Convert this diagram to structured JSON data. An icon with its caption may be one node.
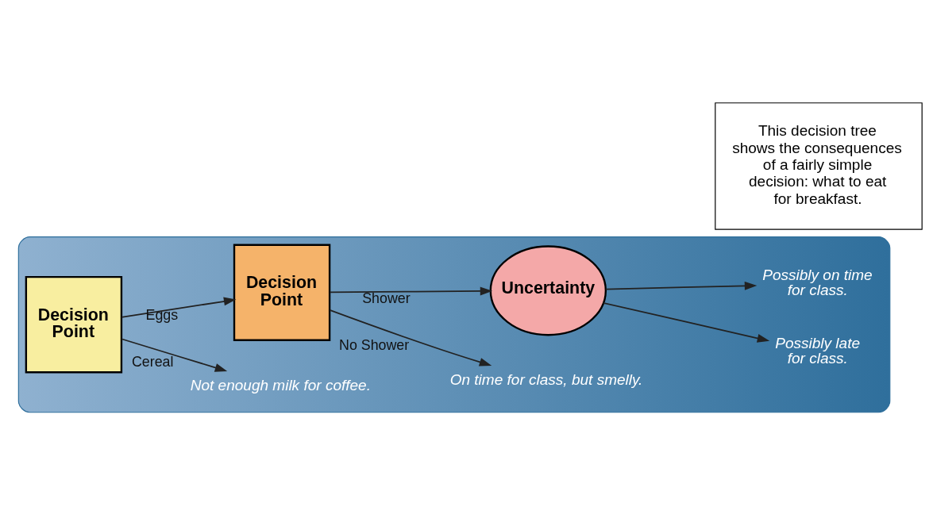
{
  "diagram": {
    "nodes": [
      {
        "text": [],
        "shape": "box"
      },
      {
        "text": [
          "Decision Point"
        ],
        "in": 0
      },
      {
        "text": [
          "Not enough milk for coffee."
        ],
        "in": 0
      },
      {
        "text": [
          "Decision Point"
        ],
        "in": 0
      },
      {
        "text": [
          "On time for class, but smelly."
        ],
        "in": 0
      },
      {
        "text": [
          "Uncertainty"
        ],
        "in": 0
      },
      {
        "text": [
          "Possibly late for class."
        ],
        "in": 0
      },
      {
        "text": [
          "Possibly on time for class."
        ],
        "in": 0
      },
      {
        "text": [
          "This decision tree shows the consequences of a fairly simple decision: what to eat for breakfast."
        ]
      }
    ],
    "edges": [
      {
        "from": 1,
        "to": 2,
        "arrow": "to",
        "label": "Cereal"
      },
      {
        "from": 1,
        "to": 3,
        "arrow": "to",
        "label": "Eggs"
      },
      {
        "from": 3,
        "to": 4,
        "arrow": "to",
        "label": "No Shower"
      },
      {
        "from": 3,
        "to": 5,
        "arrow": "to",
        "label": "Shower"
      },
      {
        "from": 5,
        "to": 6,
        "arrow": "to"
      },
      {
        "from": 5,
        "to": 7,
        "arrow": "to"
      }
    ]
  }
}
